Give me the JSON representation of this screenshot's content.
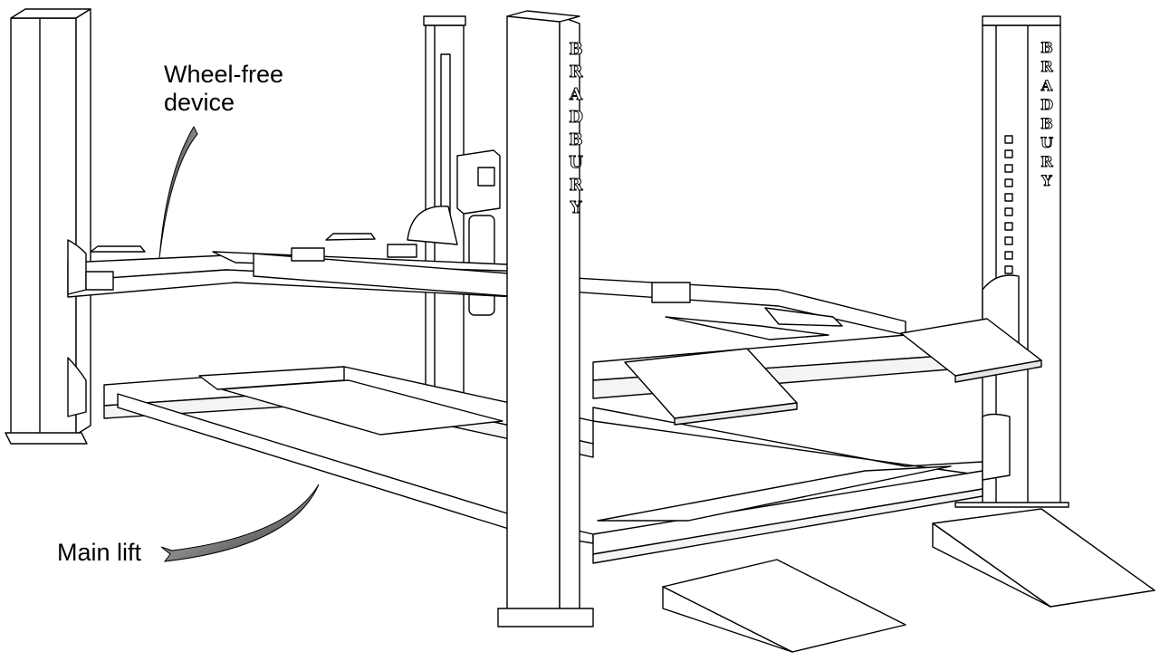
{
  "labels": {
    "wheel_free_line1": "Wheel-free",
    "wheel_free_line2": "device",
    "main_lift": "Main lift"
  },
  "brand": {
    "column_text": [
      "B",
      "R",
      "A",
      "D",
      "B",
      "U",
      "R",
      "Y"
    ]
  },
  "colors": {
    "line": "#000000",
    "fill": "#ffffff",
    "shade": "#cfcfcf",
    "callout_arrow": "#444444"
  }
}
